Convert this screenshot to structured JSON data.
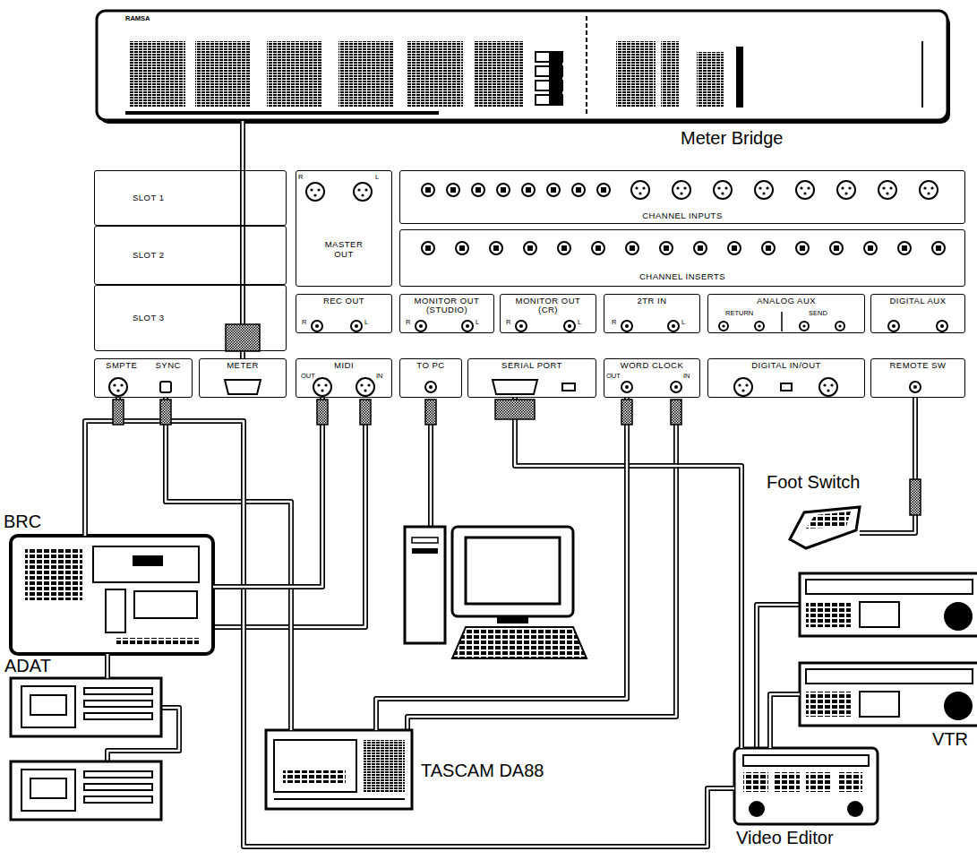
{
  "diagram": {
    "nodes": [
      {
        "text": [
          "Meter Bridge"
        ]
      },
      {
        "text": [
          "SLOT 1"
        ]
      },
      {
        "text": [
          "SLOT 2"
        ]
      },
      {
        "text": [
          "SLOT 3"
        ]
      },
      {
        "text": [
          "MASTER OUT"
        ]
      },
      {
        "text": [
          "CHANNEL INPUTS"
        ]
      },
      {
        "text": [
          "CHANNEL INSERTS"
        ]
      },
      {
        "text": [
          "REC OUT"
        ]
      },
      {
        "text": [
          "MONITOR OUT (STUDIO)"
        ]
      },
      {
        "text": [
          "MONITOR OUT (CR)"
        ]
      },
      {
        "text": [
          "2TR IN"
        ]
      },
      {
        "text": [
          "ANALOG AUX"
        ]
      },
      {
        "text": [
          "DIGITAL AUX"
        ]
      },
      {
        "text": [
          "SMPTE",
          "SYNC"
        ]
      },
      {
        "text": [
          "METER"
        ]
      },
      {
        "text": [
          "MIDI"
        ]
      },
      {
        "text": [
          "TO PC"
        ]
      },
      {
        "text": [
          "SERIAL PORT"
        ]
      },
      {
        "text": [
          "WORD CLOCK"
        ]
      },
      {
        "text": [
          "DIGITAL IN/OUT"
        ]
      },
      {
        "text": [
          "REMOTE SW"
        ]
      },
      {
        "text": [
          "BRC"
        ]
      },
      {
        "text": [
          "Foot Switch"
        ]
      },
      {
        "text": [
          "ADAT"
        ]
      },
      {
        "text": [
          "TASCAM DA88"
        ]
      },
      {
        "text": [
          "VTR"
        ]
      },
      {
        "text": [
          "Video Editor"
        ]
      }
    ],
    "edges": [
      {
        "from": 0,
        "to": 14,
        "arrow": "none"
      },
      {
        "from": 13,
        "to": 21,
        "arrow": "none"
      },
      {
        "from": 13,
        "to": 24,
        "arrow": "none"
      },
      {
        "from": 13,
        "to": 26,
        "arrow": "none"
      },
      {
        "from": 15,
        "to": 21,
        "arrow": "none"
      },
      {
        "from": 17,
        "to": 26,
        "arrow": "none"
      },
      {
        "from": 18,
        "to": 24,
        "arrow": "none"
      },
      {
        "from": 20,
        "to": 22,
        "arrow": "none"
      },
      {
        "from": 21,
        "to": 23,
        "arrow": "none"
      },
      {
        "from": 26,
        "to": 25,
        "arrow": "none"
      }
    ],
    "labels": [
      "RAMSA",
      "R",
      "L",
      "R",
      "L",
      "R",
      "L",
      "R",
      "L",
      "R",
      "L",
      "RETURN",
      "SEND",
      "OUT",
      "IN",
      "OUT",
      "IN"
    ]
  }
}
